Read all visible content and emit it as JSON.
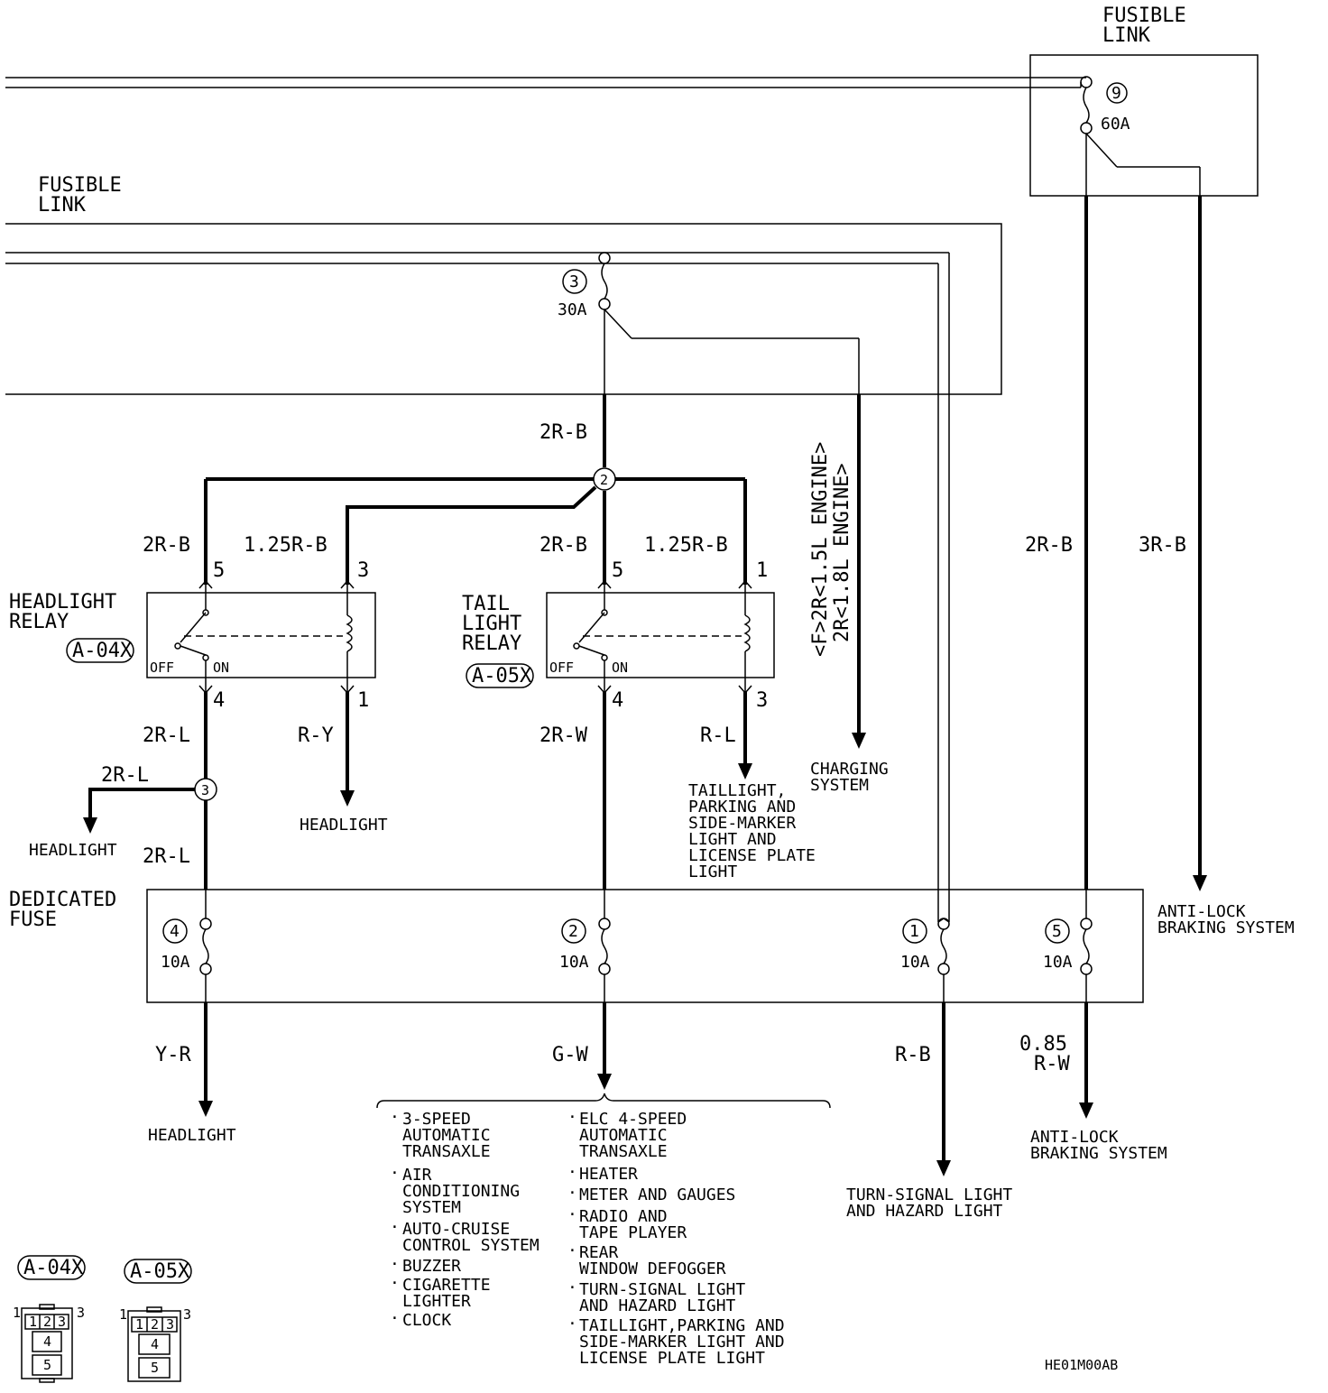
{
  "fusible_link_top": {
    "title_line1": "FUSIBLE",
    "title_line2": "LINK",
    "num": "9",
    "rating": "60A"
  },
  "fusible_link_left": {
    "title_line1": "FUSIBLE",
    "title_line2": "LINK",
    "num": "3",
    "rating": "30A"
  },
  "wires": {
    "main_2rb": "2R-B",
    "hl_left_2rb": "2R-B",
    "hl_right_125rb": "1.25R-B",
    "tl_left_2rb": "2R-B",
    "tl_right_125rb": "1.25R-B",
    "fl9_left_2rb": "2R-B",
    "fl9_right_3rb": "3R-B",
    "hl_out_2rl": "2R-L",
    "hl_out_ry": "R-Y",
    "tl_out_2rw": "2R-W",
    "tl_out_rl": "R-L",
    "branch_2rl": "2R-L",
    "below_2rl": "2R-L",
    "out_yr": "Y-R",
    "out_gw": "G-W",
    "out_rb": "R-B",
    "out_085_line1": "0.85",
    "out_085_line2": "R-W"
  },
  "engine_note": {
    "line1": "<F>2R<1.5L ENGINE>",
    "line2": "2R<1.8L ENGINE>"
  },
  "junctions": {
    "j2": "2",
    "j3": "3"
  },
  "headlight_relay": {
    "name_line1": "HEADLIGHT",
    "name_line2": "RELAY",
    "connector": "A-04X",
    "pin_top_left": "5",
    "pin_top_right": "3",
    "pin_bottom_left": "4",
    "pin_bottom_right": "1",
    "off_label": "OFF",
    "on_label": "ON"
  },
  "taillight_relay": {
    "name_line1": "TAIL",
    "name_line2": "LIGHT",
    "name_line3": "RELAY",
    "connector": "A-05X",
    "pin_top_left": "5",
    "pin_top_right": "1",
    "pin_bottom_left": "4",
    "pin_bottom_right": "3",
    "off_label": "OFF",
    "on_label": "ON"
  },
  "dedicated_fuse": {
    "name_line1": "DEDICATED",
    "name_line2": "FUSE",
    "fuses": [
      {
        "num": "4",
        "rating": "10A"
      },
      {
        "num": "2",
        "rating": "10A"
      },
      {
        "num": "1",
        "rating": "10A"
      },
      {
        "num": "5",
        "rating": "10A"
      }
    ]
  },
  "destinations": {
    "headlight_branch": "HEADLIGHT",
    "headlight_ry": "HEADLIGHT",
    "taillight": [
      "TAILLIGHT,",
      "PARKING AND",
      "SIDE-MARKER",
      "LIGHT AND",
      "LICENSE PLATE",
      "LIGHT"
    ],
    "charging": [
      "CHARGING",
      "SYSTEM"
    ],
    "abs_top": [
      "ANTI-LOCK",
      "BRAKING SYSTEM"
    ],
    "headlight_bottom": "HEADLIGHT",
    "turn_signal": [
      "TURN-SIGNAL LIGHT",
      "AND HAZARD LIGHT"
    ],
    "abs_bottom": [
      "ANTI-LOCK",
      "BRAKING SYSTEM"
    ]
  },
  "gw_list_left": [
    {
      "bullet": "·",
      "lines": [
        "3-SPEED",
        "AUTOMATIC",
        "TRANSAXLE"
      ]
    },
    {
      "bullet": "·",
      "lines": [
        "AIR",
        "CONDITIONING",
        "SYSTEM"
      ]
    },
    {
      "bullet": "·",
      "lines": [
        "AUTO-CRUISE",
        "CONTROL SYSTEM"
      ]
    },
    {
      "bullet": "·",
      "lines": [
        "BUZZER"
      ]
    },
    {
      "bullet": "·",
      "lines": [
        "CIGARETTE",
        "LIGHTER"
      ]
    },
    {
      "bullet": "·",
      "lines": [
        "CLOCK"
      ]
    }
  ],
  "gw_list_right": [
    {
      "bullet": "·",
      "lines": [
        "ELC 4-SPEED",
        "AUTOMATIC",
        "TRANSAXLE"
      ]
    },
    {
      "bullet": "·",
      "lines": [
        "HEATER"
      ]
    },
    {
      "bullet": "·",
      "lines": [
        "METER AND GAUGES"
      ]
    },
    {
      "bullet": "·",
      "lines": [
        "RADIO AND",
        "TAPE PLAYER"
      ]
    },
    {
      "bullet": "·",
      "lines": [
        "REAR",
        "WINDOW DEFOGGER"
      ]
    },
    {
      "bullet": "·",
      "lines": [
        "TURN-SIGNAL LIGHT",
        "AND HAZARD LIGHT"
      ]
    },
    {
      "bullet": "·",
      "lines": [
        "TAILLIGHT,PARKING AND",
        "SIDE-MARKER LIGHT AND",
        "LICENSE PLATE LIGHT"
      ]
    }
  ],
  "connectors": [
    {
      "name": "A-04X",
      "pins_top": [
        "1",
        "2",
        "3"
      ],
      "pin_mid": "4",
      "pin_bot": "5",
      "left_num": "1",
      "right_num": "3"
    },
    {
      "name": "A-05X",
      "pins_top": [
        "1",
        "2",
        "3"
      ],
      "pin_mid": "4",
      "pin_bot": "5",
      "left_num": "1",
      "right_num": "3"
    }
  ],
  "drawing_code": "HE01M00AB"
}
